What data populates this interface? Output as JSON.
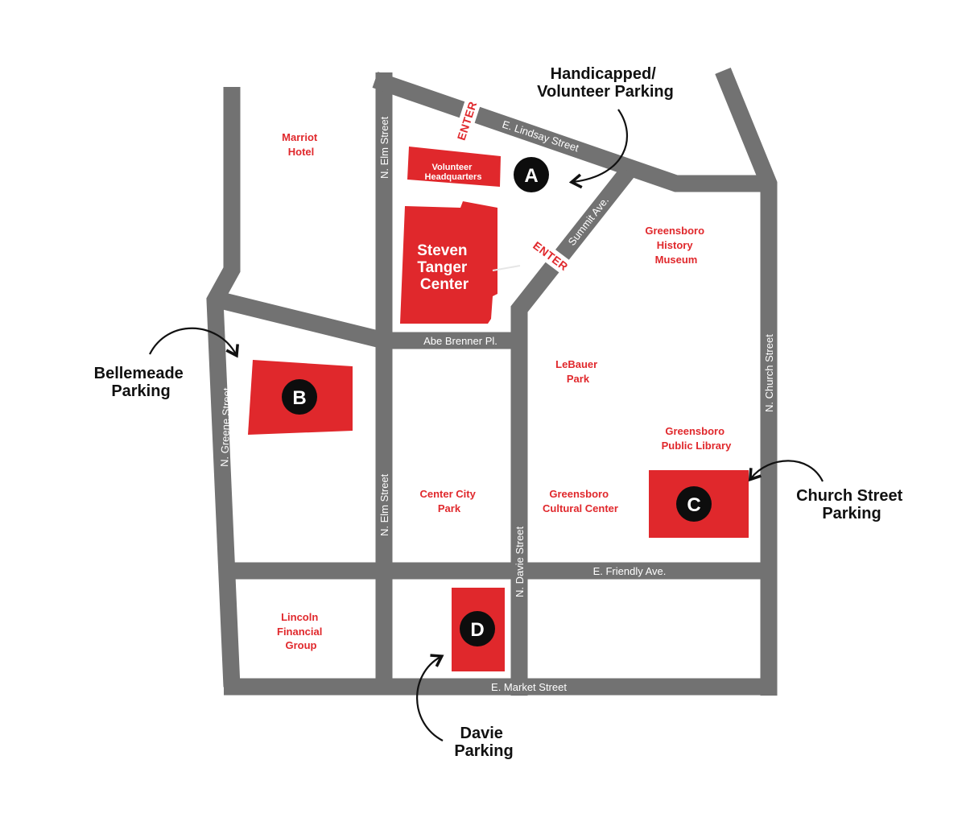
{
  "colors": {
    "road": "#727272",
    "accent": "#e0282c",
    "marker": "#0d0d0d",
    "ink": "#111111",
    "background": "#ffffff"
  },
  "streets": {
    "lindsay": "E. Lindsay Street",
    "elm_north": "N. Elm Street",
    "summit": "Summit Ave.",
    "abe_brenner": "Abe Brenner Pl.",
    "church": "N. Church Street",
    "greene": "N. Greene Street",
    "elm_south": "N. Elm Street",
    "davie": "N. Davie Street",
    "friendly": "E. Friendly Ave.",
    "market": "E. Market Street"
  },
  "enter_labels": [
    "ENTER",
    "ENTER"
  ],
  "buildings": {
    "volunteer_hq": [
      "Volunteer",
      "Headquarters"
    ],
    "tanger_center": [
      "Steven",
      "Tanger",
      "Center"
    ]
  },
  "places": {
    "marriot": [
      "Marriot",
      "Hotel"
    ],
    "history_museum": [
      "Greensboro",
      "History",
      "Museum"
    ],
    "lebauer_park": [
      "LeBauer",
      "Park"
    ],
    "public_library": [
      "Greensboro",
      "Public Library"
    ],
    "center_city_park": [
      "Center City",
      "Park"
    ],
    "cultural_center": [
      "Greensboro",
      "Cultural Center"
    ],
    "lincoln_financial": [
      "Lincoln",
      "Financial",
      "Group"
    ]
  },
  "markers": {
    "a": "A",
    "b": "B",
    "c": "C",
    "d": "D"
  },
  "callouts": {
    "handicapped": [
      "Handicapped/",
      "Volunteer Parking"
    ],
    "bellemeade": [
      "Bellemeade",
      "Parking"
    ],
    "church": [
      "Church Street",
      "Parking"
    ],
    "davie": [
      "Davie",
      "Parking"
    ]
  }
}
